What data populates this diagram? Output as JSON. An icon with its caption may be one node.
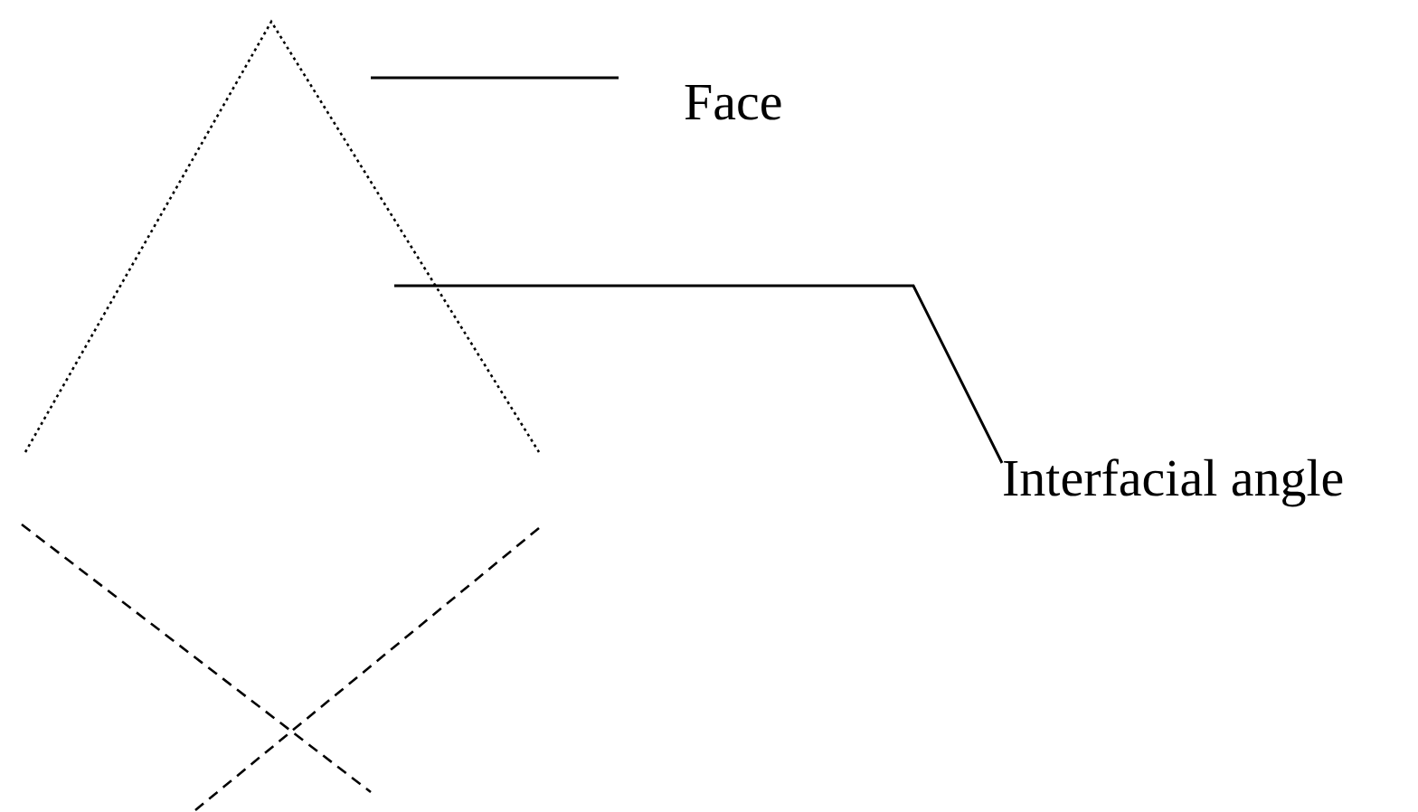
{
  "diagram": {
    "nodes": [
      {
        "text": [
          "Face"
        ]
      },
      {
        "text": [
          "Interfacial angle"
        ]
      }
    ],
    "edges": [
      {
        "from": 0,
        "to": null,
        "arrow": "none"
      },
      {
        "from": 1,
        "to": null,
        "arrow": "none"
      }
    ]
  }
}
